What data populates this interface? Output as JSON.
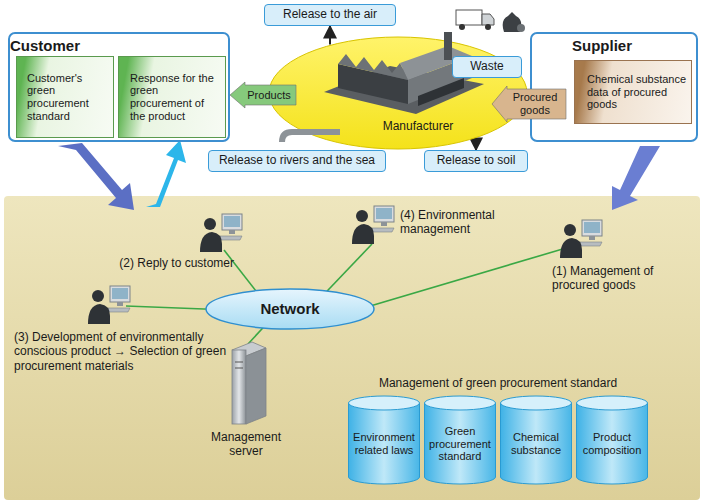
{
  "diagram": {
    "nodes": [
      {
        "text": [
          "Customer"
        ]
      },
      {
        "text": [
          "Customer's green procurement standard"
        ],
        "in": 0
      },
      {
        "text": [
          "Response for the green procurement of the product"
        ],
        "in": 0
      },
      {
        "text": [
          "Release to the air"
        ]
      },
      {
        "text": [
          "Manufacturer"
        ]
      },
      {
        "text": [
          "Waste"
        ]
      },
      {
        "text": [
          "Supplier"
        ]
      },
      {
        "text": [
          "Chemical substance data of procured goods"
        ],
        "in": 6
      },
      {
        "text": [
          "Products"
        ]
      },
      {
        "text": [
          "Procured goods"
        ]
      },
      {
        "text": [
          "Release to rivers and the sea"
        ]
      },
      {
        "text": [
          "Release to soil"
        ]
      },
      {
        "text": [
          "Network"
        ]
      },
      {
        "text": [
          "Environment related laws"
        ]
      },
      {
        "text": [
          "Green procurement standard"
        ]
      },
      {
        "text": [
          "Chemical substance"
        ]
      },
      {
        "text": [
          "Product composition"
        ]
      }
    ],
    "edges": [
      {
        "from": 4,
        "to": 3,
        "arrow": "to"
      },
      {
        "from": 4,
        "to": 11,
        "arrow": "to"
      }
    ],
    "labels": [
      "(4) Environmental management",
      "(2) Reply to customer",
      "(1) Management of procured goods",
      "(3) Development of environmentally conscious product → Selection of green procurement materials",
      "Management of green procurement standard",
      "Management server"
    ]
  }
}
